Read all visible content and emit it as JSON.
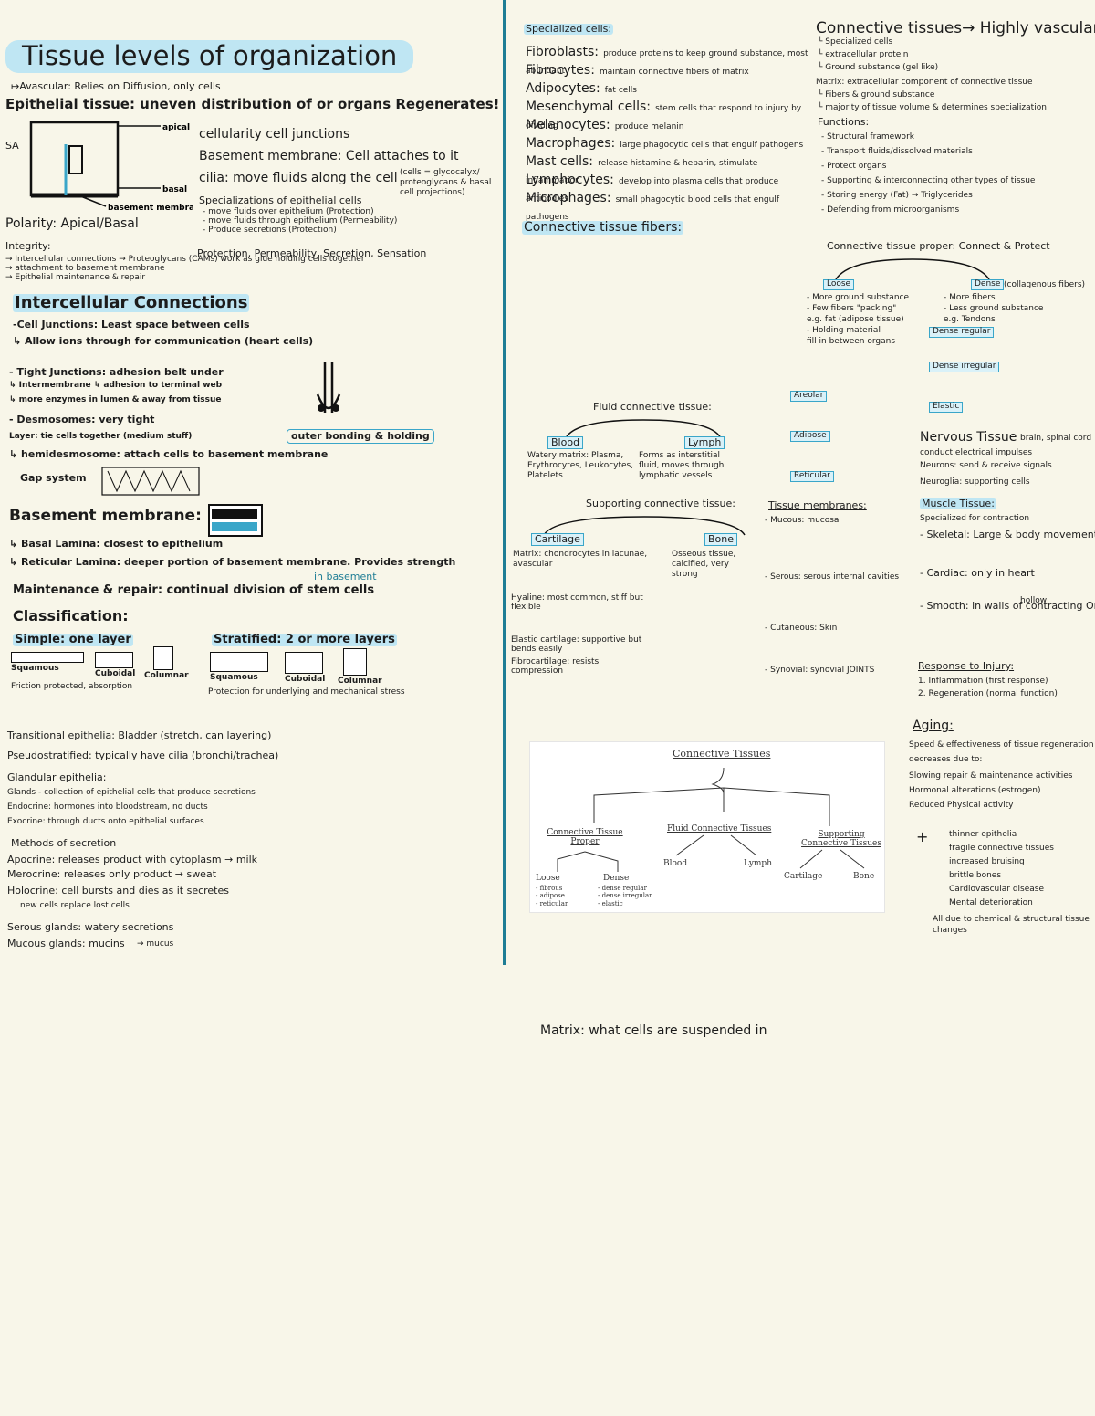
{
  "left": {
    "title": "Tissue levels of organization",
    "avascular": "↦Avascular: Relies on Diffusion, only cells",
    "epithelial": "Epithelial tissue: uneven distribution of or organs Regenerates!",
    "sa": "SA",
    "cellularity": "cellularity cell junctions",
    "basement": "Basement membrane: Cell attaches to it",
    "cilia": "cilia: move fluids along the cell",
    "cilia_note": "(cells = glycocalyx/ proteoglycans & basal cell projections)",
    "spec_title": "Specializations of epithelial cells",
    "spec_items": [
      "- move fluids over epithelium (Protection)",
      "- move fluids through epithelium (Permeability)",
      "- Produce secretions (Protection)"
    ],
    "polarity": "Polarity: Apical/Basal",
    "protection": "Protection, Permeability, Secretion, Sensation",
    "integrity": "Integrity:",
    "integrity_items": [
      "→ Intercellular connections → Proteoglycans (CAMs) work as glue holding cells together",
      "→ attachment to basement membrane",
      "→ Epithelial maintenance & repair"
    ],
    "intercell_title": "Intercellular Connections",
    "cell_junctions": "-Cell Junctions: Least space between cells",
    "gap": "↳ Allow ions through for communication (heart cells)",
    "tight": "- Tight Junctions: adhesion belt under",
    "tight2": "↳ Intermembrane    ↳ adhesion to terminal web",
    "tight3": "↳ more enzymes in lumen & away from tissue",
    "desmo": "- Desmosomes: very tight",
    "desmo2": "Layer: tie cells together (medium stuff)",
    "desmo3": "↳ hemidesmosome: attach cells to basement membrane",
    "outer": "outer bonding & holding",
    "gap_sys": "Gap system",
    "basement_mem": "Basement membrane:",
    "basal_lamina": "↳ Basal Lamina: closest to epithelium",
    "reticular": "↳ Reticular Lamina: deeper portion of basement membrane. Provides strength",
    "maintenance": "Maintenance & repair: continual division of stem cells",
    "in_basement": "in basement",
    "classification": "Classification:",
    "simple": "Simple: one layer",
    "stratified": "Stratified: 2 or more layers",
    "squamous": "Squamous",
    "cuboidal": "Cuboidal",
    "columnar": "Columnar",
    "simple_notes": "Friction protected, absorption",
    "strat_notes": "Protection for underlying and mechanical stress",
    "transitional": "Transitional epithelia: Bladder (stretch, can layering)",
    "pseudo": "Pseudostratified: typically have cilia (bronchi/trachea)",
    "glandular_title": "Glandular epithelia:",
    "glands": "Glands - collection of epithelial cells that produce secretions",
    "endocrine": "Endocrine: hormones into bloodstream, no ducts",
    "exocrine": "Exocrine: through ducts onto epithelial surfaces",
    "methods": "Methods of secretion",
    "apocrine": "Apocrine: releases product with cytoplasm → milk",
    "merocrine": "Merocrine: releases only product → sweat",
    "holocrine": "Holocrine: cell bursts and dies as it secretes",
    "holocrine2": "new cells replace lost cells",
    "serous": "Serous glands: watery secretions",
    "mucous": "Mucous glands: mucins",
    "mucous2": "→ mucus"
  },
  "mid": {
    "spec_cells": "Specialized cells:",
    "cells": [
      {
        "name": "Fibroblasts:",
        "note": "produce proteins to keep ground substance, most abundant"
      },
      {
        "name": "Fibrocytes:",
        "note": "maintain connective fibers of matrix"
      },
      {
        "name": "Adipocytes:",
        "note": "fat cells"
      },
      {
        "name": "Mesenchymal cells:",
        "note": "stem cells that respond to injury by dividing"
      },
      {
        "name": "Melanocytes:",
        "note": "produce melanin"
      },
      {
        "name": "Macrophages:",
        "note": "large phagocytic cells that engulf pathogens"
      },
      {
        "name": "Mast cells:",
        "note": "release histamine & heparin, stimulate inflammation"
      },
      {
        "name": "Lymphocytes:",
        "note": "develop into plasma cells that produce antibodies"
      },
      {
        "name": "Microphages:",
        "note": "small phagocytic blood cells that engulf pathogens"
      }
    ],
    "fibers_title": "Connective tissue fibers:",
    "fluid_title": "Fluid connective tissue:",
    "blood": "Blood",
    "lymph": "Lymph",
    "blood_note": "Watery matrix: Plasma, Erythrocytes, Leukocytes, Platelets",
    "lymph_note": "Forms as interstitial fluid, moves through lymphatic vessels",
    "supporting_title": "Supporting connective tissue:",
    "cartilage": "Cartilage",
    "bone": "Bone",
    "cartilage_note": "Matrix: chondrocytes in lacunae, avascular",
    "bone_note": "Osseous tissue, calcified, very strong",
    "hyaline": "Hyaline: most common, stiff but flexible",
    "elastic": "Elastic cartilage: supportive but bends easily",
    "fibro": "Fibrocartilage: resists compression",
    "sketch_title": "Connective Tissues",
    "sketch_ctp": "Connective Tissue Proper",
    "sketch_fct": "Fluid Connective Tissues",
    "sketch_sct": "Supporting Connective Tissues",
    "sketch_loose": "Loose",
    "sketch_dense": "Dense",
    "sketch_blood": "Blood",
    "sketch_lymph": "Lymph",
    "sketch_cartilage": "Cartilage",
    "sketch_bone": "Bone",
    "sketch_loose_items": "- fibrous\n- adipose\n- reticular",
    "sketch_dense_items": "- dense regular\n- dense irregular\n- elastic",
    "matrix": "Matrix: what cells are suspended in"
  },
  "right": {
    "ct_title": "Connective tissues→ Highly vascular",
    "ct_items": [
      "└ Specialized cells",
      "└ extracellular protein",
      "└ Ground substance (gel like)"
    ],
    "matrix_note": "Matrix: extracellular component of connective tissue",
    "matrix_items": [
      "└ Fibers & ground substance",
      "└ majority of tissue volume & determines specialization"
    ],
    "functions": "Functions:",
    "func_items": [
      "- Structural framework",
      "- Transport fluids/dissolved materials",
      "- Protect organs",
      "- Supporting & interconnecting other types of tissue",
      "- Storing energy (Fat) → Triglycerides",
      "- Defending from microorganisms"
    ],
    "ctp_title": "Connective tissue proper: Connect & Protect",
    "loose": "Loose",
    "dense": "Dense",
    "dense_note": "(collagenous fibers)",
    "loose_items": [
      "- More ground substance",
      "- Few fibers \"packing\"",
      "e.g. fat (adipose tissue)",
      "- Holding material",
      "fill in between organs"
    ],
    "dense_items": [
      "- More fibers",
      "- Less ground substance",
      "e.g. Tendons"
    ],
    "dense_reg": "Dense regular",
    "dense_irr": "Dense irregular",
    "elastic": "Elastic",
    "loose_sub": [
      "Areolar",
      "Adipose",
      "Reticular"
    ],
    "tm_title": "Tissue membranes:",
    "tm_items": [
      "- Mucous: mucosa",
      "- Serous: serous internal cavities",
      "- Cutaneous: Skin",
      "- Synovial: synovial JOINTS"
    ],
    "nervous_title": "Nervous Tissue",
    "nervous_note": "brain, spinal cord",
    "nervous_items": [
      "conduct electrical impulses",
      "Neurons: send & receive signals",
      "Neuroglia: supporting cells"
    ],
    "muscle_title": "Muscle Tissue:",
    "muscle_items": [
      "Specialized for contraction",
      "- Skeletal: Large & body movement",
      "- Cardiac: only in heart",
      "- Smooth: in walls of contracting Org"
    ],
    "hollow": "hollow",
    "injury_title": "Response to Injury:",
    "injury_items": [
      "1. Inflammation (first response)",
      "2. Regeneration (normal function)"
    ],
    "aging_title": "Aging:",
    "aging_items": [
      "Speed & effectiveness of tissue regeneration",
      "decreases due to:",
      "Slowing repair & maintenance activities",
      "Hormonal alterations (estrogen)",
      "Reduced Physical activity"
    ],
    "aging_list": [
      "thinner epithelia",
      "fragile connective tissues",
      "increased bruising",
      "brittle bones",
      "Cardiovascular disease",
      "Mental deterioration"
    ],
    "aging_end": "All due to chemical & structural tissue changes"
  }
}
